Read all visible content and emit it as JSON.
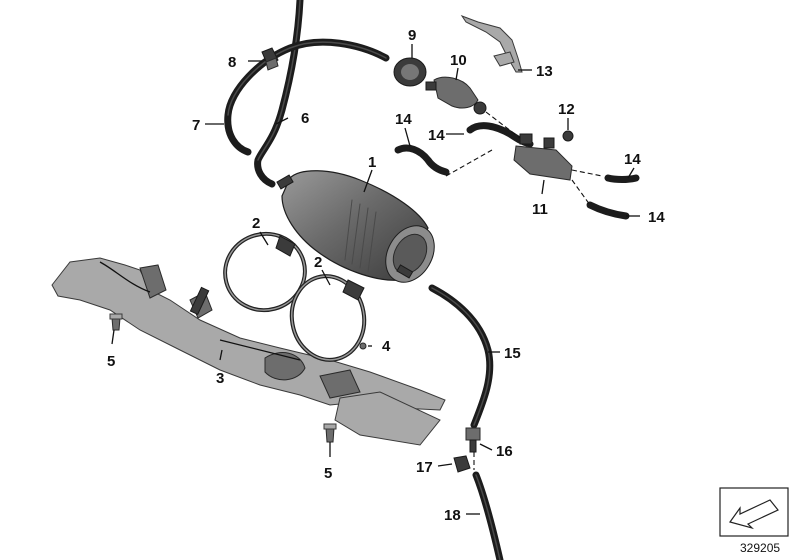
{
  "diagram": {
    "callouts": {
      "c1": "1",
      "c2a": "2",
      "c2b": "2",
      "c3": "3",
      "c4": "4",
      "c5a": "5",
      "c5b": "5",
      "c6": "6",
      "c7": "7",
      "c8": "8",
      "c9": "9",
      "c10": "10",
      "c11": "11",
      "c12": "12",
      "c13": "13",
      "c14a": "14",
      "c14b": "14",
      "c14c": "14",
      "c14d": "14",
      "c15": "15",
      "c16": "16",
      "c17": "17",
      "c18": "18"
    },
    "reference_number": "329205"
  }
}
